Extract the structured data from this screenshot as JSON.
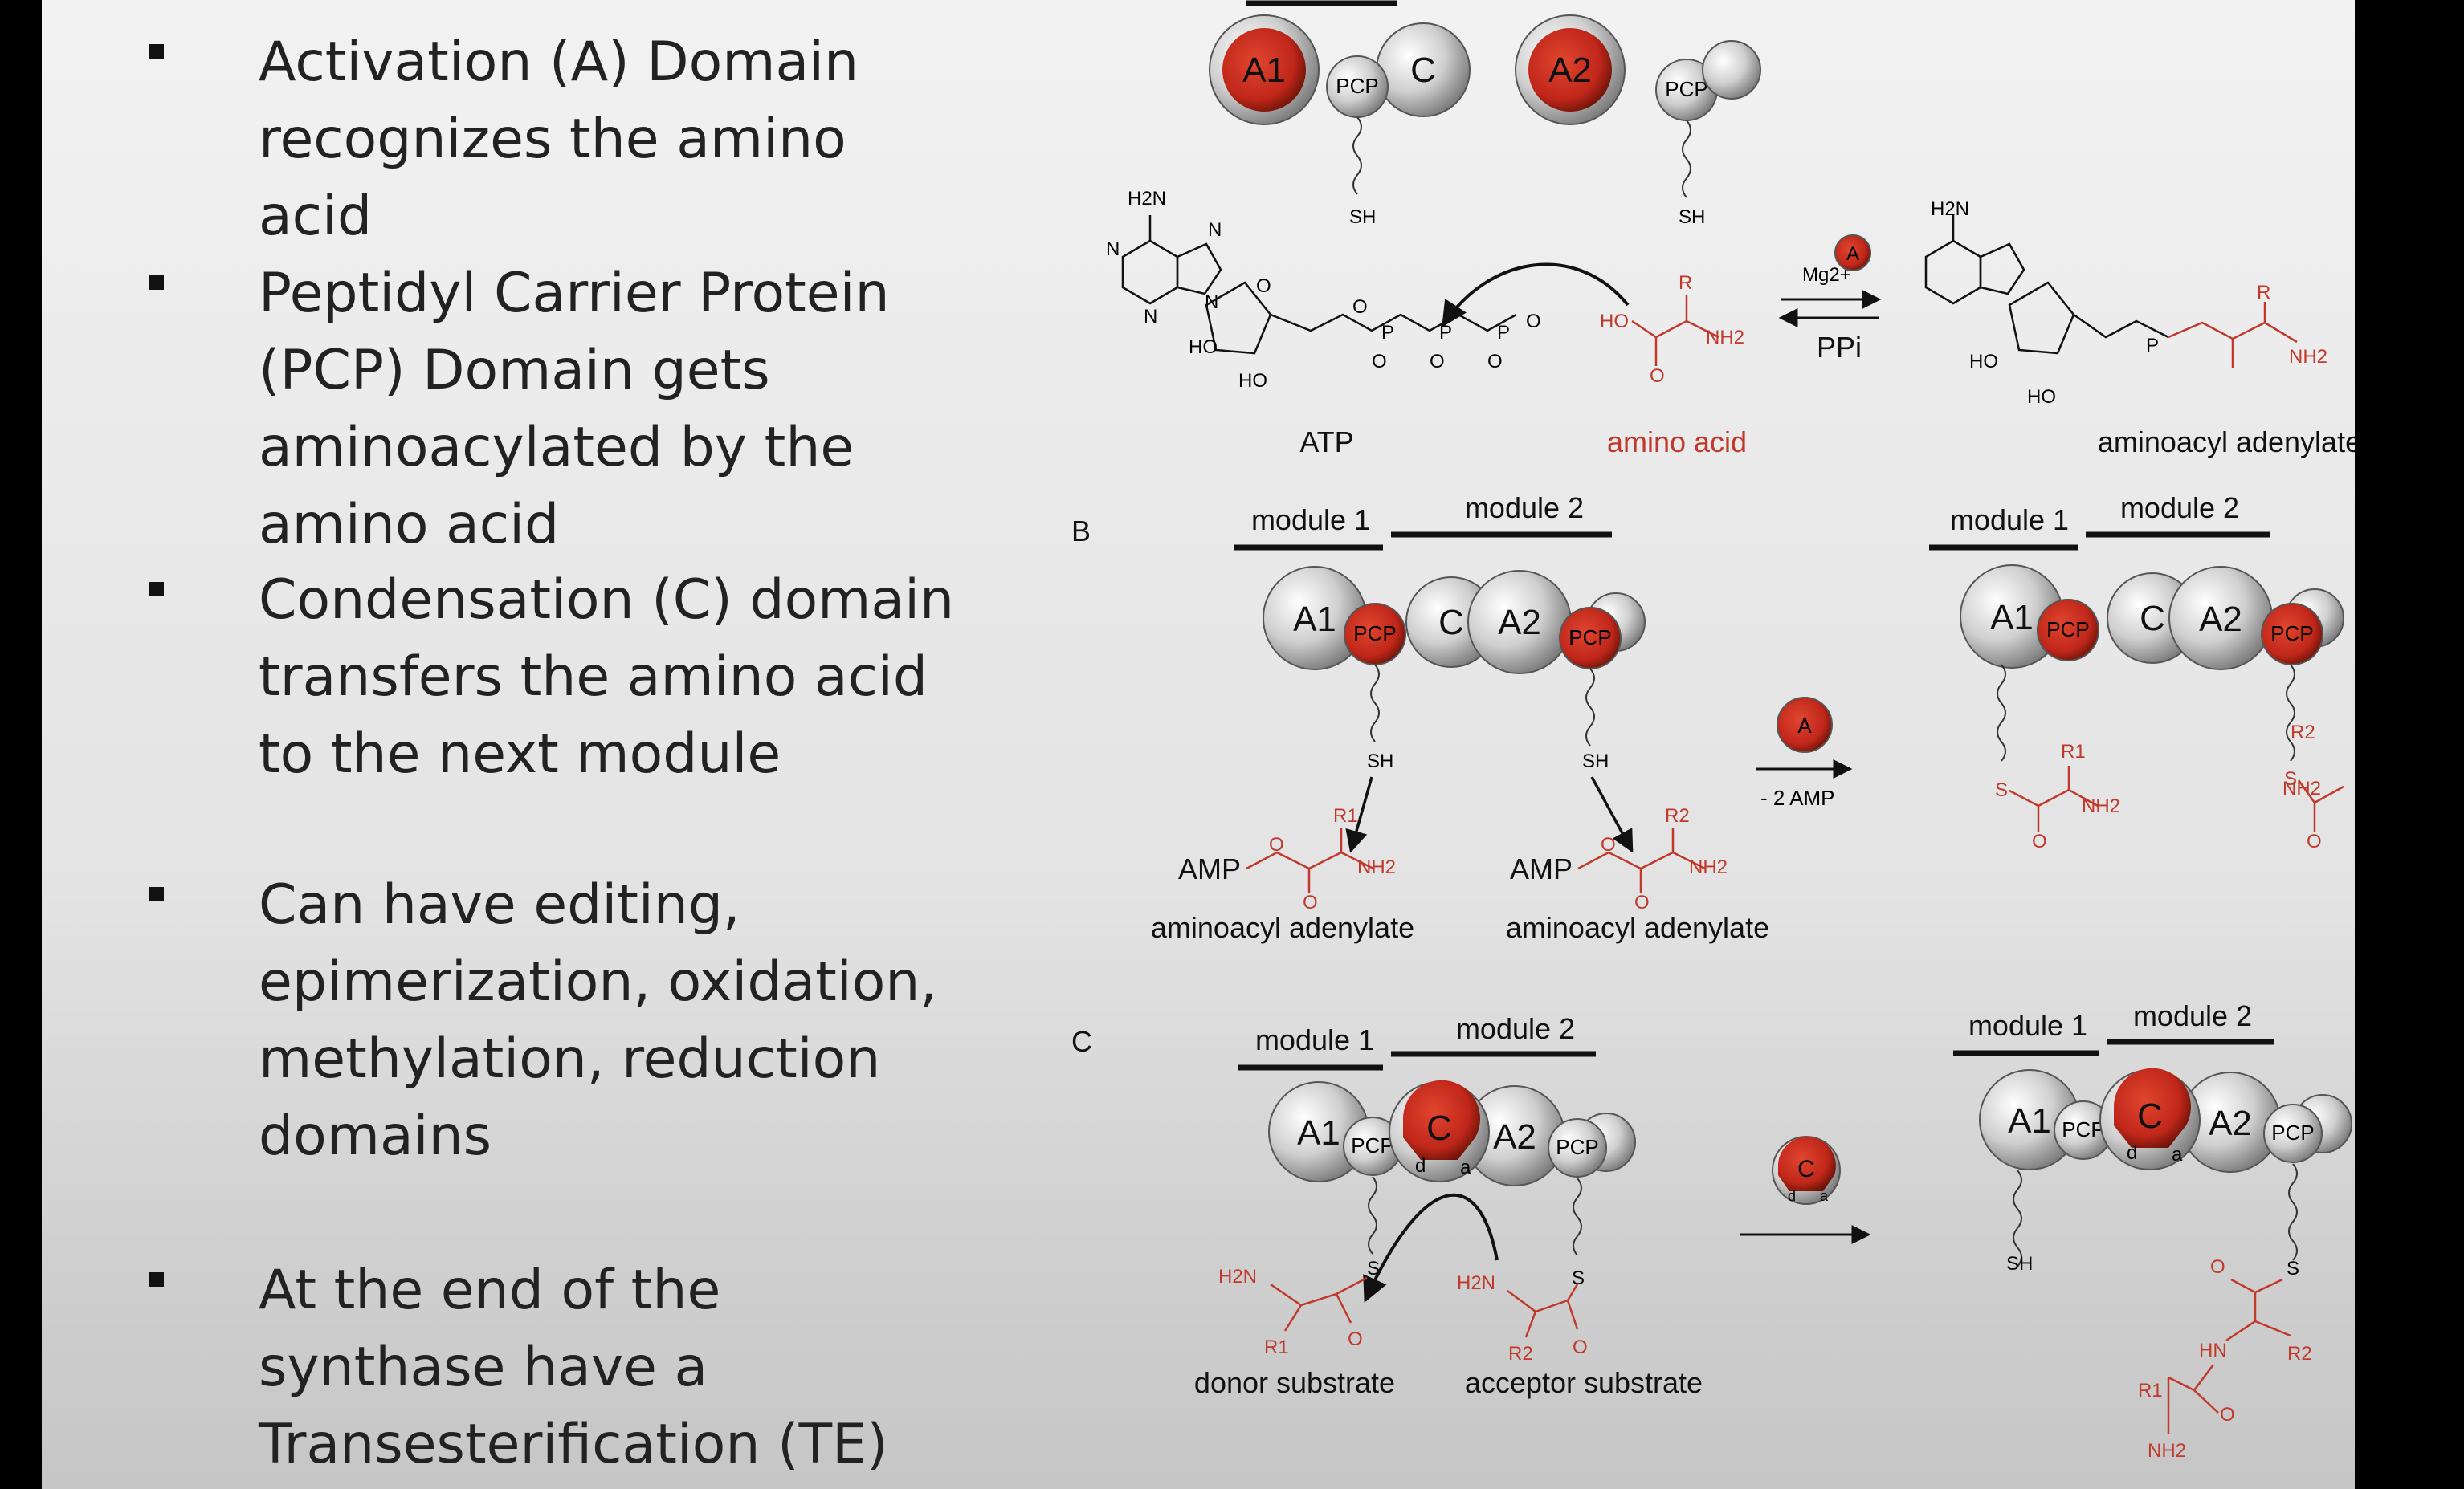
{
  "bullets": [
    {
      "lines": [
        "Activation (A) Domain",
        "recognizes the amino",
        "acid"
      ]
    },
    {
      "lines": [
        "Peptidyl Carrier Protein",
        "(PCP) Domain gets",
        "aminoacylated by the",
        "amino acid"
      ]
    },
    {
      "lines": [
        "Condensation (C) domain",
        "transfers the amino acid",
        "to the next module"
      ]
    },
    {
      "lines": [
        "Can have editing,",
        "epimerization, oxidation,",
        "methylation, reduction",
        "domains"
      ]
    },
    {
      "lines": [
        "At the end of the",
        "synthase have a",
        "Transesterification (TE)"
      ]
    }
  ],
  "domains": {
    "a1": "A1",
    "a2": "A2",
    "a": "A",
    "c": "C",
    "pcp": "PCP"
  },
  "panelA": {
    "atp": "ATP",
    "amino_acid": "amino acid",
    "aminoacyl_adenylate": "aminoacyl adenylate",
    "mg": "Mg2+",
    "ppi": "PPi",
    "sh": "SH",
    "h2n": "H2N",
    "nh2": "NH2",
    "ho": "HO",
    "r": "R",
    "n": "N",
    "o": "O",
    "p": "P"
  },
  "panelB": {
    "label": "B",
    "module1": "module 1",
    "module2": "module 2",
    "amp": "AMP",
    "aminoacyl_adenylate": "aminoacyl adenylate",
    "minus_2amp": "- 2 AMP",
    "sh": "SH",
    "s": "S",
    "r1": "R1",
    "r2": "R2",
    "nh2": "NH2",
    "o": "O"
  },
  "panelC": {
    "label": "C",
    "module1": "module 1",
    "module2": "module 2",
    "donor": "donor substrate",
    "acceptor": "acceptor substrate",
    "d": "d",
    "a": "a",
    "sh": "SH",
    "s": "S",
    "h2n": "H2N",
    "hn": "HN",
    "nh2": "NH2",
    "r1": "R1",
    "r2": "R2",
    "o": "O"
  },
  "colors": {
    "accent_red": "#c0392b",
    "domain_grey": "#bdbdbd"
  }
}
